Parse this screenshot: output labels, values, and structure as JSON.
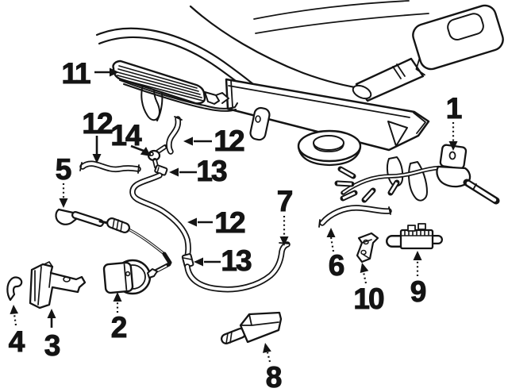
{
  "diagram": {
    "type": "exploded-parts-line-diagram",
    "subject": "cruise-control-and-accelerator-components",
    "colors": {
      "background": "#ffffff",
      "line": "#141414"
    },
    "callouts": [
      {
        "label": "11",
        "part": "accelerator-pedal-pad"
      },
      {
        "label": "12",
        "part": "vacuum-hose-upper-left"
      },
      {
        "label": "14",
        "part": "tee-connector"
      },
      {
        "label": "12",
        "part": "vacuum-hose-upper-right"
      },
      {
        "label": "13",
        "part": "hose-connector-upper"
      },
      {
        "label": "5",
        "part": "cruise-control-cable"
      },
      {
        "label": "12",
        "part": "vacuum-hose-middle"
      },
      {
        "label": "13",
        "part": "hose-connector-lower"
      },
      {
        "label": "7",
        "part": "vacuum-hose-long"
      },
      {
        "label": "1",
        "part": "cruise-switch-lever"
      },
      {
        "label": "6",
        "part": "vacuum-hose-short"
      },
      {
        "label": "10",
        "part": "mounting-bracket-small"
      },
      {
        "label": "9",
        "part": "vacuum-valve"
      },
      {
        "label": "2",
        "part": "cruise-servo-module"
      },
      {
        "label": "3",
        "part": "servo-mounting-bracket"
      },
      {
        "label": "4",
        "part": "retainer-clip"
      },
      {
        "label": "8",
        "part": "vacuum-release-valve"
      }
    ]
  }
}
